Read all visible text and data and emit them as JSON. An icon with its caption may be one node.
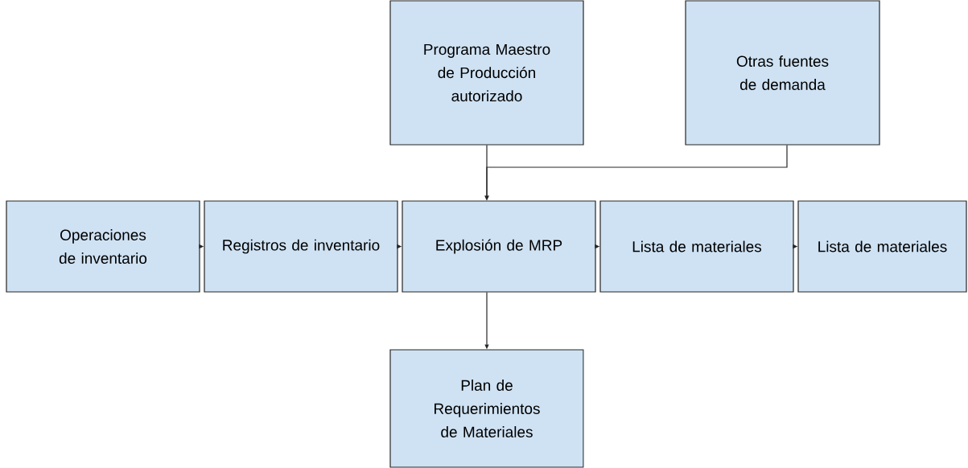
{
  "diagram": {
    "nodes": [
      {
        "text": [
          "Programa Maestro de Producción autorizado"
        ]
      },
      {
        "text": [
          "Otras fuentes de demanda"
        ]
      },
      {
        "text": [
          "Operaciones de inventario"
        ]
      },
      {
        "text": [
          "Registros de inventario"
        ]
      },
      {
        "text": [
          "Explosión de MRP"
        ]
      },
      {
        "text": [
          "Lista de materiales"
        ]
      },
      {
        "text": [
          "Lista de materiales"
        ]
      },
      {
        "text": [
          "Plan de Requerimientos de Materiales"
        ]
      }
    ],
    "edges": [
      {
        "from": 0,
        "to": 4,
        "arrow": "to"
      },
      {
        "from": 1,
        "to": 4,
        "arrow": "to"
      },
      {
        "from": 2,
        "to": 3,
        "arrow": "to"
      },
      {
        "from": 3,
        "to": 4,
        "arrow": "to"
      },
      {
        "from": 4,
        "to": 5,
        "arrow": "to"
      },
      {
        "from": 5,
        "to": 6,
        "arrow": "to"
      },
      {
        "from": 4,
        "to": 7,
        "arrow": "to"
      }
    ]
  }
}
